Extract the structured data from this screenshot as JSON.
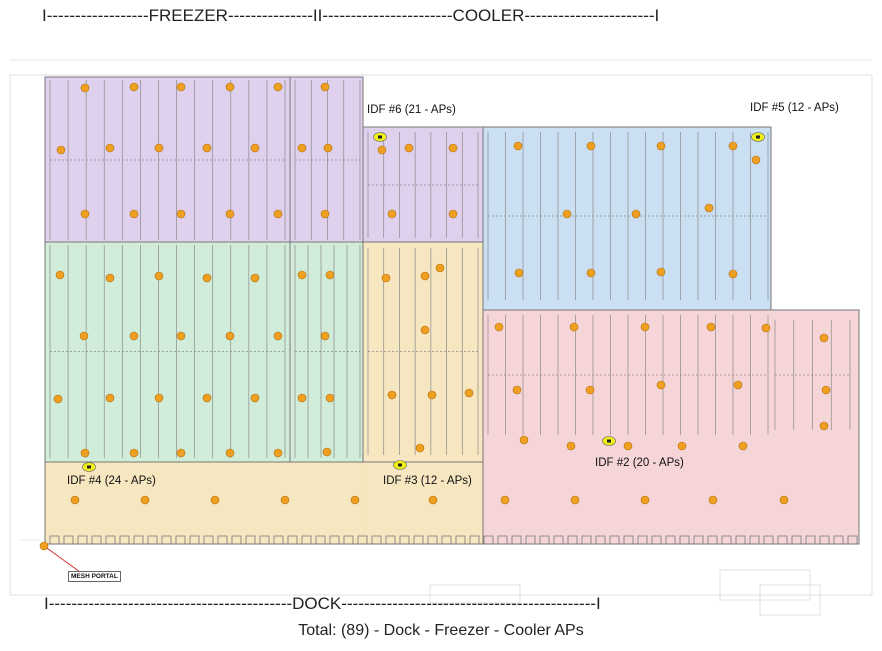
{
  "headers": {
    "top": {
      "freezer_left": "I------------------",
      "freezer": "FREEZER",
      "freezer_right": "---------------II-----------------------",
      "cooler": "COOLER",
      "cooler_right": "-----------------------I"
    },
    "bottom": {
      "left": "I-------------------------------------------",
      "dock": "DOCK",
      "right": "---------------------------------------------I"
    }
  },
  "idf_labels": {
    "idf6": "IDF #6 (21 - APs)",
    "idf5": "IDF #5  (12 - APs)",
    "idf4": "IDF #4  (24 - APs)",
    "idf3": "IDF #3  (12 - APs)",
    "idf2": "IDF #2  (20 - APs)"
  },
  "mesh_portal": "MESH PORTAL",
  "total": "Total: (89) - Dock - Freezer - Cooler APs",
  "colors": {
    "freezer_purple": "#d9c8ea",
    "freezer_green": "#c9ead4",
    "dock_yellow": "#f6e4ba",
    "cooler_blue": "#c4dcef",
    "cooler_pink": "#f4d0d4",
    "ap_dot": "#f0a020",
    "idf_marker": "#f2f01a"
  },
  "icons": {
    "ap": "access-point-dot",
    "idf": "idf-closet-marker"
  }
}
